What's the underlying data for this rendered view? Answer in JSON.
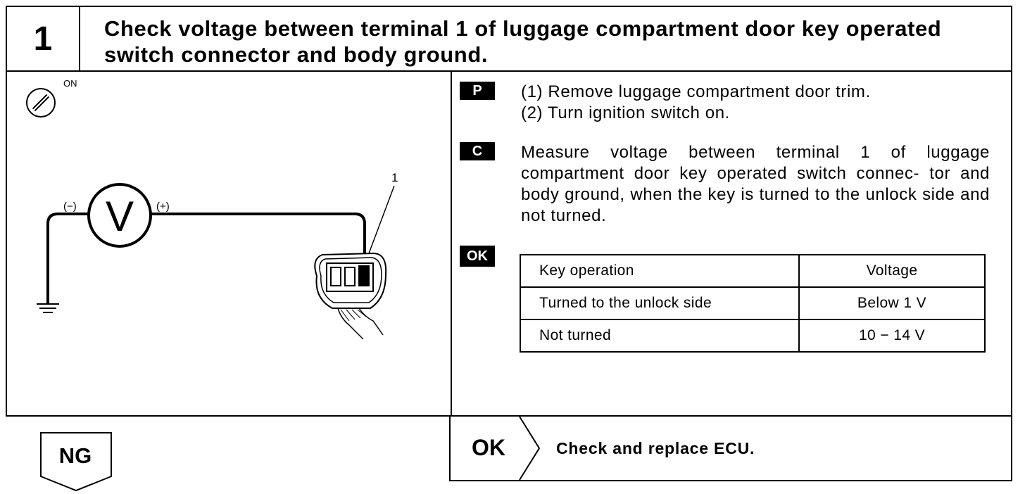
{
  "header": {
    "step_number": "1",
    "title": "Check voltage between terminal 1 of luggage compartment door key operated switch connector and body ground."
  },
  "diagram": {
    "ignition_label": "ON",
    "minus_label": "(−)",
    "plus_label": "(+)",
    "meter_label": "V",
    "terminal_label": "1"
  },
  "procedure": {
    "p_badge": "P",
    "steps": [
      "(1)  Remove luggage compartment door trim.",
      "(2)  Turn ignition switch on."
    ],
    "c_badge": "C",
    "measure_text": "Measure voltage between terminal 1 of luggage compartment door key operated switch connec- tor and body ground, when the key is turned to the unlock side and not turned."
  },
  "spec": {
    "ok_badge": "OK",
    "headers": [
      "Key operation",
      "Voltage"
    ],
    "rows": [
      [
        "Turned to the unlock side",
        "Below 1 V"
      ],
      [
        "Not turned",
        "10 − 14 V"
      ]
    ]
  },
  "result_ok": {
    "label": "OK",
    "action": "Check and replace ECU."
  },
  "result_ng": {
    "label": "NG"
  }
}
